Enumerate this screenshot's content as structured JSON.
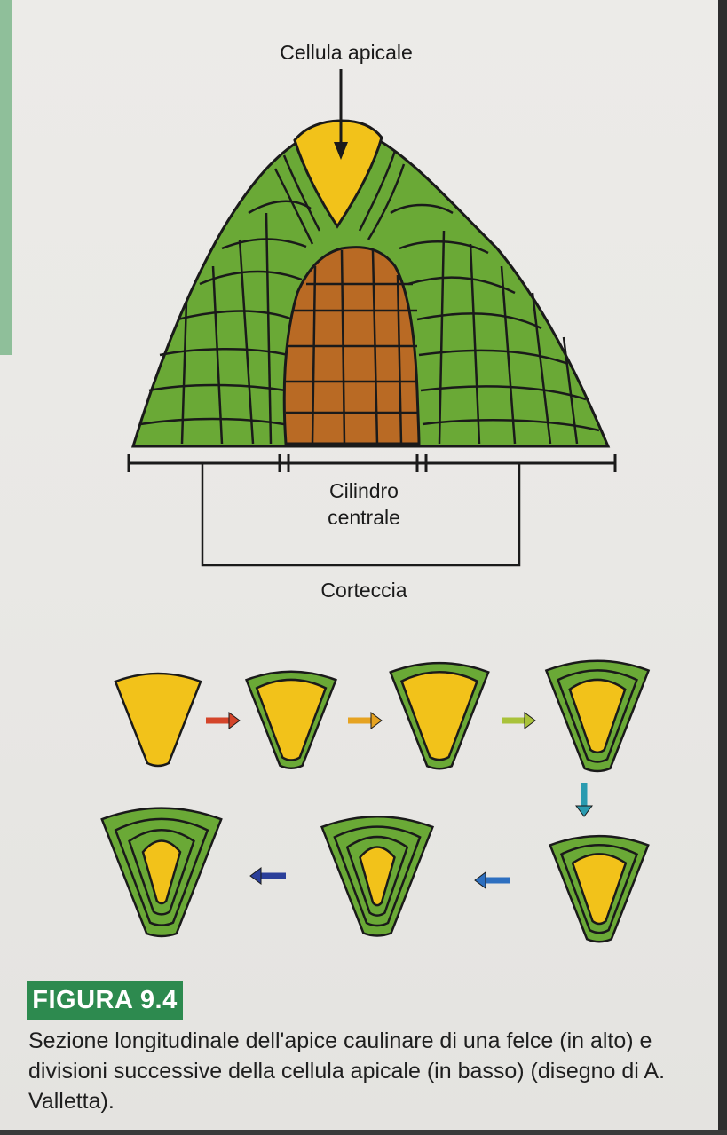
{
  "top_diagram": {
    "apical_cell_label": "Cellula apicale",
    "central_cylinder_label": "Cilindro\ncentrale",
    "cortex_label": "Corteccia"
  },
  "figure": {
    "tag": "FIGURA 9.4",
    "caption": "Sezione longitudinale dell'apice caulinare di una felce (in alto) e divisioni successive della cellula apicale (in basso) (disegno di A. Valletta)."
  },
  "colors": {
    "cortex_green": "#6aa936",
    "cylinder_brown": "#b96a24",
    "apical_yellow": "#f2c21a",
    "outline": "#1a1a1a",
    "figure_tag": "#2d8a4f"
  },
  "division_sequence": {
    "stages": [
      {
        "layers": 0
      },
      {
        "layers": 1
      },
      {
        "layers": 1
      },
      {
        "layers": 2
      },
      {
        "layers": 2
      },
      {
        "layers": 3
      },
      {
        "layers": 3
      }
    ],
    "arrow_colors": [
      "#d4452a",
      "#e6a321",
      "#a9c23a",
      "#2a9bb0",
      "#2d6fc0",
      "#2b3f9a"
    ]
  }
}
